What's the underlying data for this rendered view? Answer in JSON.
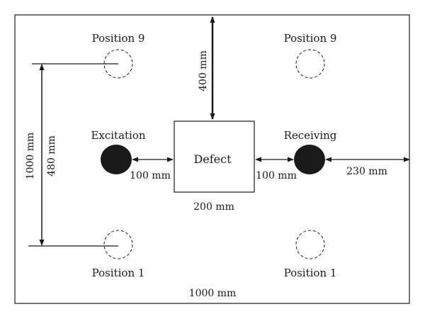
{
  "colors": {
    "line": "#1a1a1a",
    "fill_transducer": "#1a1a1a",
    "dashed": "#1a1a1a",
    "background": "#ffffff"
  },
  "labels": {
    "position9_left": "Position 9",
    "position9_right": "Position 9",
    "position1_left": "Position 1",
    "position1_right": "Position 1",
    "excitation": "Excitation",
    "receiving": "Receiving",
    "defect": "Defect"
  },
  "dimensions": {
    "top_to_defect": "400 mm",
    "plate_height": "1000 mm",
    "positions_span": "480 mm",
    "excitation_gap": "100 mm",
    "receiving_gap": "100 mm",
    "receiving_to_edge": "230 mm",
    "defect_width": "200 mm",
    "plate_width": "1000 mm"
  }
}
